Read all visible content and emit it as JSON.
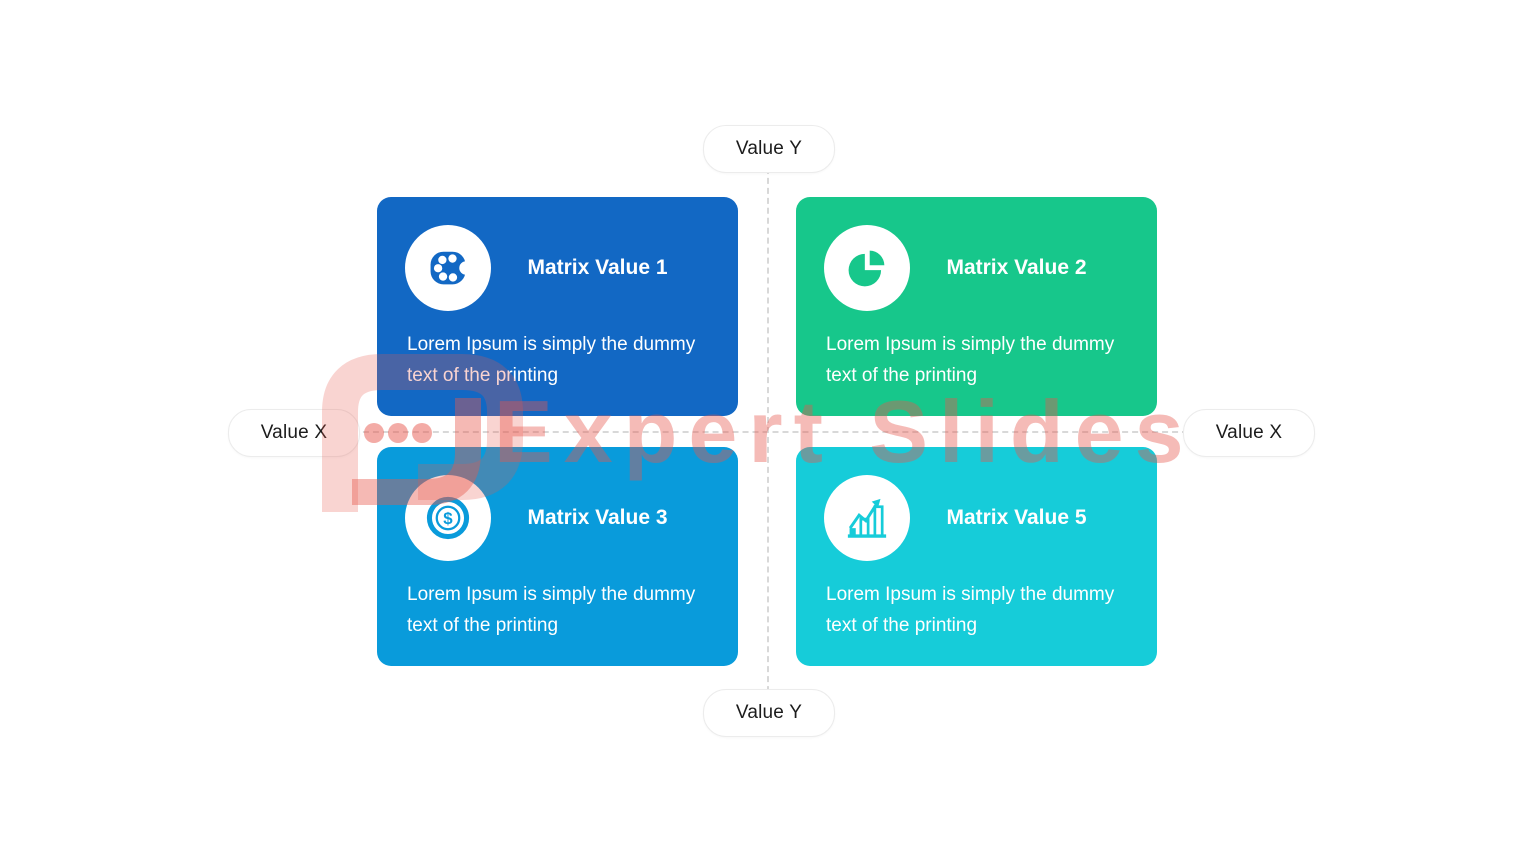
{
  "slide": {
    "axis": {
      "top_label": "Value Y",
      "bottom_label": "Value Y",
      "left_label": "Value X",
      "right_label": "Value X",
      "line_color": "#d8d8d8"
    },
    "cards": [
      {
        "title": "Matrix Value 1",
        "body": "Lorem Ipsum is simply the dummy text of the printing",
        "color": "#1268c4",
        "icon": "palette-dots-icon"
      },
      {
        "title": "Matrix Value 2",
        "body": "Lorem Ipsum is simply the dummy text of the printing",
        "color": "#17c78b",
        "icon": "pie-chart-icon"
      },
      {
        "title": "Matrix Value 3",
        "body": "Lorem Ipsum is simply the dummy text of the printing",
        "color": "#099bdb",
        "icon": "dollar-coin-icon"
      },
      {
        "title": "Matrix Value 5",
        "body": "Lorem Ipsum is simply the dummy text of the printing",
        "color": "#16ccd9",
        "icon": "bar-chart-growth-icon"
      }
    ],
    "watermark": {
      "text": "Expert Slides",
      "color": "#e8574d"
    }
  }
}
